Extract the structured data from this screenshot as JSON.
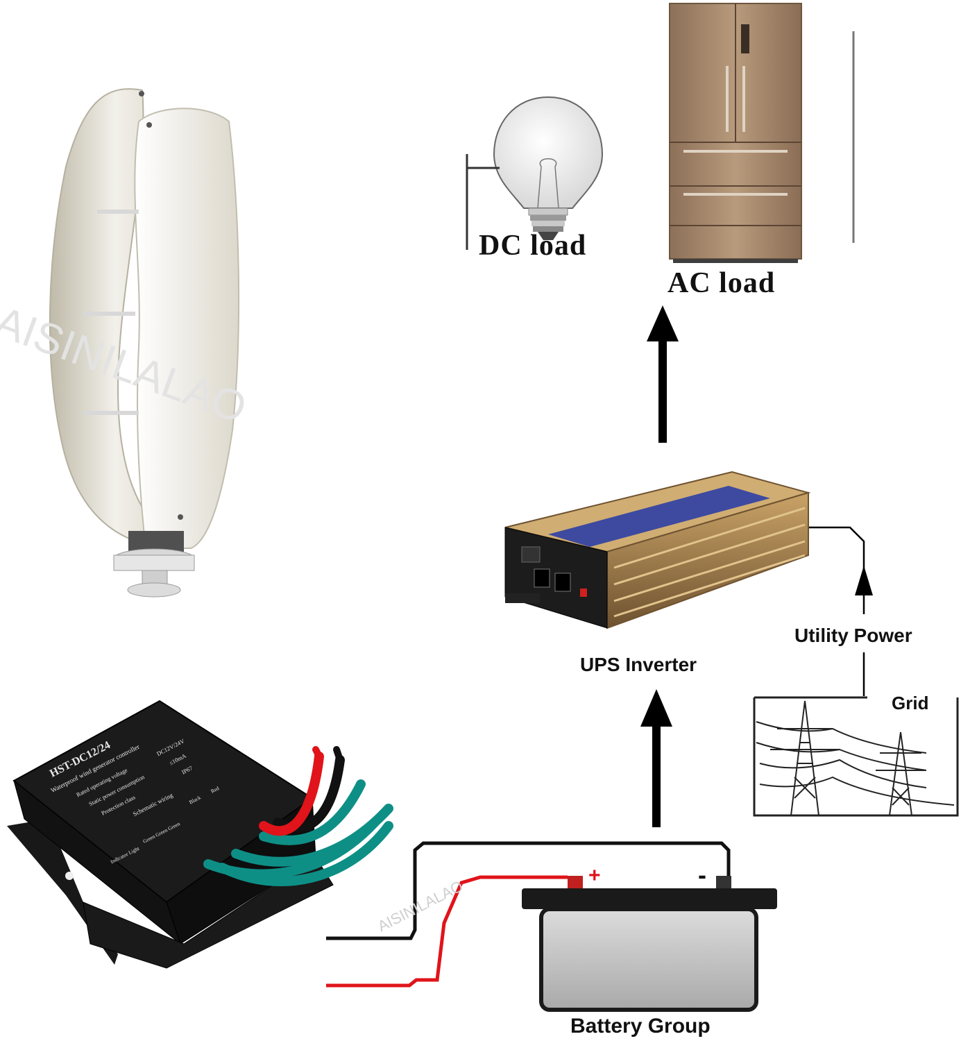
{
  "labels": {
    "dc_load": "DC load",
    "ac_load": "AC load",
    "ups_inverter": "UPS Inverter",
    "utility_power": "Utility Power",
    "grid": "Grid",
    "battery_group": "Battery Group"
  },
  "watermarks": {
    "large": "AISINILALAO",
    "small": "AISINILALAO"
  },
  "controller": {
    "model": "HST-DC12/24",
    "subtitle": "Waterproof wind generator controller",
    "spec_rows": [
      {
        "name": "Rated operating voltage",
        "value": "DC12V/24V"
      },
      {
        "name": "Static power consumption",
        "value": "≤10mA"
      },
      {
        "name": "Protection class",
        "value": "IP67"
      }
    ],
    "wiring_title": "Schematic wiring",
    "wire_labels": {
      "indicator": "Indicator Light",
      "green": "Green Green Green",
      "black": "Black",
      "red": "Red"
    }
  },
  "battery": {
    "plus": "+",
    "minus": "-"
  },
  "colors": {
    "wire_red": "#e0141a",
    "wire_black": "#111111",
    "wire_teal": "#0e8f86",
    "inverter_gold": "#b58a4a",
    "fridge_bronze": "#a0856a"
  }
}
